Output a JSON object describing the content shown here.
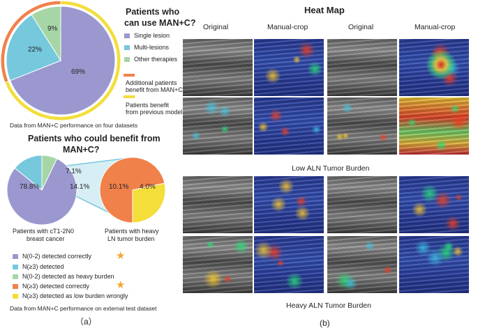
{
  "panel_a": {
    "top_chart": {
      "title_line1": "Patients who",
      "title_line2": "can use MAN+C?",
      "slice_labels": [
        "69%",
        "22%",
        "9%"
      ],
      "legend": [
        "Single lesion",
        "Multi-lesions",
        "Other therapies",
        "Additional patients",
        "benefit from MAN+C",
        "Patients benefit",
        "from previous model"
      ],
      "caption": "Data from MAN+C performance on four datasets"
    },
    "bottom_chart": {
      "title_line1": "Patients who could benefit from",
      "title_line2": "MAN+C?",
      "left_pie_labels": [
        "78.8%",
        "14.1%",
        "7.1%"
      ],
      "right_pie_labels": [
        "10.1%",
        "4.0%"
      ],
      "left_caption_line1": "Patients with cT1-2N0",
      "left_caption_line2": "breast cancer",
      "right_caption_line1": "Patients with heavy",
      "right_caption_line2": "LN tumor burden",
      "legend": [
        "N(0-2) detected correctly",
        "N(≥3) detected",
        "N(0-2) detected as heavy burden",
        "N(≥3) detected correctly",
        "N(≥3)  detected as low burden wrongly"
      ],
      "caption": "Data from MAN+C performance on  external test dataset"
    },
    "label": "（a）",
    "colors": {
      "purple": "#9b98cf",
      "cyan": "#76c8dc",
      "green": "#a6d6a6",
      "orange": "#f0814a",
      "yellow": "#f3de3a",
      "star": "#f4a630"
    }
  },
  "chart_data": [
    {
      "type": "pie",
      "title": "Patients who can use MAN+C?",
      "categories": [
        "Single lesion",
        "Multi-lesions",
        "Other therapies"
      ],
      "values": [
        69,
        22,
        9
      ],
      "outer_ring": {
        "categories": [
          "Additional patients benefit from MAN+C",
          "Patients benefit from previous model"
        ],
        "values": [
          31,
          69
        ]
      }
    },
    {
      "type": "pie",
      "title": "Patients who could benefit from MAN+C?",
      "categories": [
        "N(0-2) detected correctly",
        "N(≥3) detected",
        "N(0-2) detected as heavy burden"
      ],
      "values": [
        78.8,
        14.1,
        7.1
      ]
    },
    {
      "type": "pie",
      "categories": [
        "N(≥3) detected correctly",
        "N(≥3)  detected as low burden wrongly"
      ],
      "values": [
        10.1,
        4.0
      ]
    }
  ],
  "panel_b": {
    "title": "Heat Map",
    "column_headers": [
      "Original",
      "Manual-crop",
      "Original",
      "Manual-crop"
    ],
    "section_low": "Low ALN Tumor Burden",
    "section_heavy": "Heavy ALN Tumor Burden",
    "label": "(b)"
  }
}
